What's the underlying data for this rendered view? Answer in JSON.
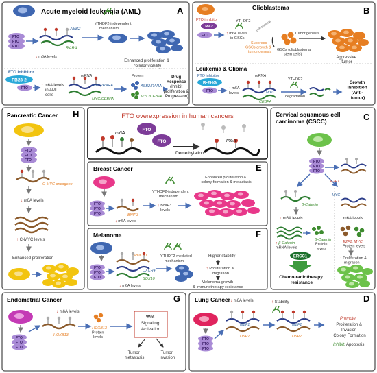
{
  "colors": {
    "frame": "#555555",
    "red_text": "#c0392b",
    "green_text": "#3d8b2f",
    "orange_text": "#e67e22",
    "blue_text": "#2d5f9a",
    "fto_purple": "#7d3c98",
    "fto_light": "#a98bd6",
    "inhibitor_cyan": "#29a8d8",
    "pink_cell": "#e8388a",
    "yellow_cell": "#f2c40f",
    "green_cell": "#6cc24a",
    "blue_cell": "#3f67b1",
    "orange_cell": "#e67e22"
  },
  "panels": {
    "A": {
      "title": "Acute myeloid leukemia (AML)",
      "letter": "A",
      "fto": "FTO",
      "asb2": "ASB2",
      "rara": "RARA",
      "ytdf_mech": [
        "YTHDF2-independent",
        "mechanism"
      ],
      "m6a_levels": "m6A levels",
      "outcome": [
        "Enhanced proliferation &",
        "cellular viability"
      ],
      "inhibitor_label": "FTO inhibitor",
      "inhibitor": "FB23-2",
      "inh_m6a": [
        "m6A levels",
        "in AML",
        "cells"
      ],
      "mrna": "mRNA",
      "protein": "Protein",
      "mrna_genes": [
        "ASB2/RARA",
        "MYC/CEBPA"
      ],
      "protein_genes": [
        "ASB2/RARA",
        "MYC/CEBPA"
      ],
      "drug": [
        "Drug",
        "Response",
        "(Inhibit",
        "proliferation &",
        "Progression)"
      ]
    },
    "B": {
      "title": "Glioblastoma",
      "letter": "B",
      "inhibitor_label": "FTO inhibitor",
      "inhibitor": "MA2",
      "ythdf2": "YTHDF2",
      "m6a": [
        "m6A levels",
        "in GSCs"
      ],
      "self_renewal": "Self-renewal",
      "suppress": [
        "Suppress",
        "GSCs growth &",
        "tumorigenesis"
      ],
      "tumorigenesis": "Tumorigenesis",
      "gscs": [
        "GSCs (glioblastoma",
        "stem cells)"
      ],
      "aggressive": [
        "Aggressive",
        "tumor"
      ],
      "subtitle": "Leukemia & Glioma",
      "inhibitor2_label": "FTO inhibitor",
      "inhibitor2": "R-2HG",
      "mrna": "mRNA",
      "ythdf2b": "YTHDF2",
      "m6a2": [
        "m6A",
        "levels"
      ],
      "myc": "MYC",
      "cebpa": "CEBPA",
      "degradation": "degradation",
      "growth": [
        "Growth",
        "Inhibition",
        "(Anti-",
        "tumor)"
      ]
    },
    "H": {
      "title": "Pancreatic Cancer",
      "letter": "H",
      "cmyc_onc": "C-MYC oncogene",
      "m6a": "m6A levels",
      "cmyc_levels": "C-MYC levels",
      "enhanced": "Enhanced proliferation"
    },
    "center": {
      "title": "FTO overexpression in human cancers",
      "fto": "FTO",
      "m6a_left": "m6A",
      "m6a_right": "m6A",
      "demethylation": "Demethylation"
    },
    "E": {
      "title": "Breast Cancer",
      "letter": "E",
      "ytdf_mech": [
        "YTHDF2-independent",
        "mechanism"
      ],
      "bnip3_levels": [
        "BNIP3",
        "levels"
      ],
      "bnip3": "BNIP3",
      "m6a": "m6A levels",
      "outcome": [
        "Enhanced proliferation &",
        "colony formation & metastasis"
      ]
    },
    "F": {
      "title": "Melanoma",
      "letter": "F",
      "pdcd1": "PDCD1",
      "cxcr4": "CXCR4",
      "sox10": "SOX10",
      "ytdf_mech": [
        "YTHDF2-mediated",
        "mechanism"
      ],
      "stability": "Higher stability",
      "m6a": "m6A levels",
      "outcome": [
        "Proliferation &",
        "migration"
      ],
      "resist": [
        "Melanoma growth",
        "& immunotherapy resistance"
      ]
    },
    "C": {
      "title": [
        "Cervical squamous cell",
        "carcinoma (CSCC)"
      ],
      "letter": "C",
      "e2f1": "E2F1",
      "bcat": "β-Catenin",
      "myc": "MYC",
      "m6a_left": "m6A levels",
      "m6a_right": "m6A levels",
      "bcat_mrna": [
        "β-Catenin",
        "mRNA levels"
      ],
      "bcat_protein": [
        "β-Catenin",
        "Protein",
        "levels"
      ],
      "e2f1_protein": [
        "E2F1, MYC",
        "Protein levels"
      ],
      "ercc1": "ERCC1",
      "chemo": [
        "Chemo-radiotherapy",
        "resistance"
      ],
      "prolif": [
        "Proliferation &",
        "migration"
      ]
    },
    "G": {
      "title": "Endometrial Cancer",
      "letter": "G",
      "m6a": "m6A levels",
      "hoxb13": "HOXB13",
      "hoxb13_prot": [
        "HOXB13",
        "Protein",
        "levels"
      ],
      "wnt": [
        "Wnt",
        "Signaling",
        "Activation"
      ],
      "metastasis": [
        "Tumor",
        "metastasis"
      ],
      "invasion": [
        "Tumor",
        "Invasion"
      ]
    },
    "D": {
      "title": "Lung Cancer",
      "letter": "D",
      "m6a": "m6A levels",
      "stability": "Stability",
      "mzf1_a": "MZF1",
      "usp7_a": "USP7",
      "mzf1_b": "MZF1",
      "usp7_b": "USP7",
      "promote": "Promote:",
      "promote_items": [
        "Proliferation &",
        "Invasion",
        "Colony Formation"
      ],
      "inhibit": "Inhibit:",
      "apoptosis": "Apoptosis"
    }
  }
}
